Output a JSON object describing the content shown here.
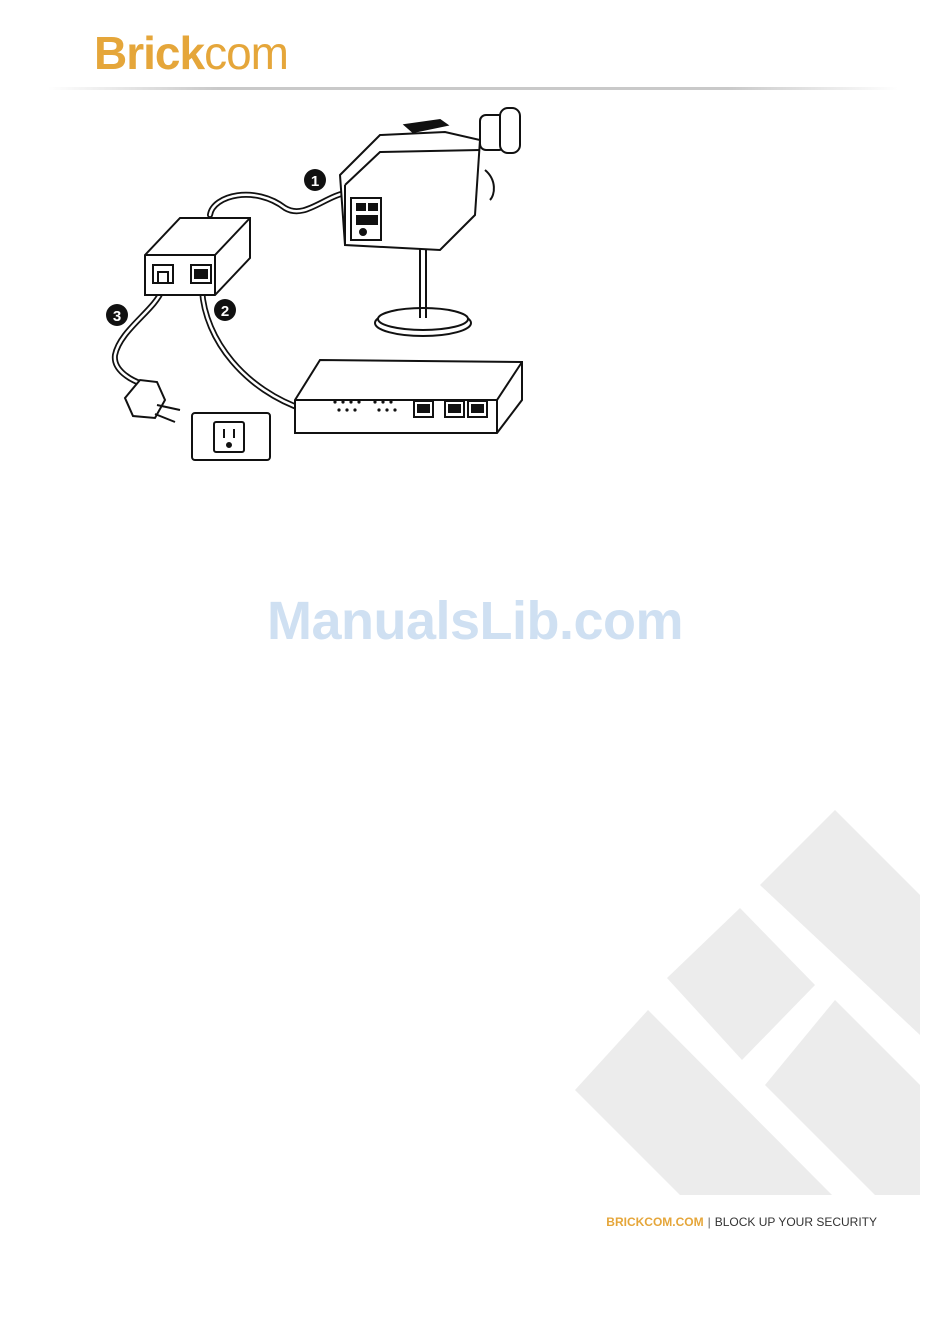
{
  "header": {
    "logo_bold": "Brick",
    "logo_light": "com"
  },
  "figure": {
    "callouts": [
      "1",
      "2",
      "3"
    ]
  },
  "watermark": "ManualsLib.com",
  "footer": {
    "site": "BRICKCOM.COM",
    "separator": "|",
    "tagline": "BLOCK UP YOUR SECURITY"
  },
  "colors": {
    "brand": "#e5a63a",
    "watermark": "#cfe0f2",
    "decor": "#ececec"
  }
}
